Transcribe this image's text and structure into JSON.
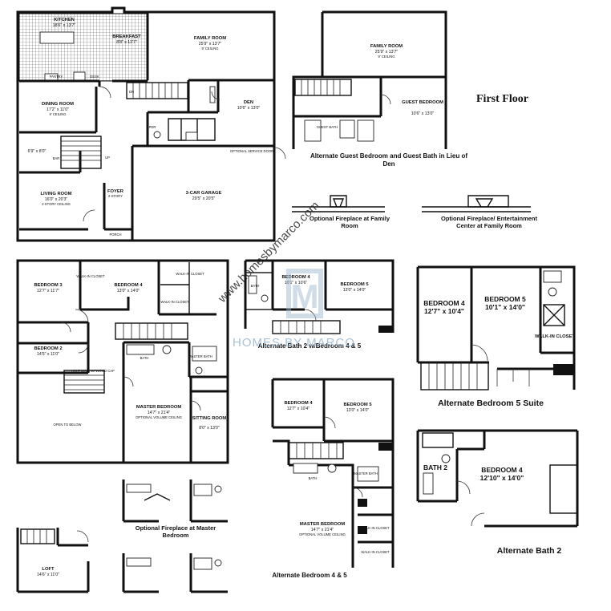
{
  "floor_title": "First Floor",
  "watermark": {
    "url": "www.homesbymarco.com",
    "brand": "HOMES BY MARCO",
    "logo_letter": "M"
  },
  "first_floor": {
    "kitchen": {
      "name": "KITCHEN",
      "dims": "18'6\" x 13'7\""
    },
    "breakfast": {
      "name": "BREAKFAST",
      "dims": "8'8\" x 13'7\""
    },
    "family_room": {
      "name": "FAMILY ROOM",
      "dims": "25'9\" x 13'7\"",
      "note": "9' CEILING"
    },
    "dining_room": {
      "name": "DINING ROOM",
      "dims": "17'2\" x 11'0\"",
      "note": "9' CEILING"
    },
    "den": {
      "name": "DEN",
      "dims": "10'6\" x 13'0\""
    },
    "nook": {
      "dims": "6'9\" x 8'0\""
    },
    "living_room": {
      "name": "LIVING ROOM",
      "dims": "16'0\" x 20'3\"",
      "note": "2-STORY CEILING"
    },
    "foyer": {
      "name": "FOYER",
      "note": "2-STORY"
    },
    "garage": {
      "name": "3-CAR GARAGE",
      "dims": "29'5\" x 20'5\""
    },
    "porch": "PORCH",
    "pantry": "PANTRY",
    "desk": "DESK",
    "pdr": "PDR",
    "bar": "BAR",
    "optional_door": "OPTIONAL SERVICE DOOR",
    "dn": "DN",
    "up": "UP"
  },
  "alt_guest": {
    "family_room": {
      "name": "FAMILY ROOM",
      "dims": "25'9\" x 13'7\"",
      "note": "9' CEILING"
    },
    "guest_bedroom": {
      "name": "GUEST BEDROOM",
      "dims": "10'6\" x 13'0\""
    },
    "bath": "GUEST BATH",
    "caption": "Alternate Guest Bedroom and Guest Bath in Lieu of Den"
  },
  "fireplace_family": "Optional Fireplace at Family Room",
  "fireplace_ent": "Optional Fireplace/ Entertainment Center at Family Room",
  "second_floor": {
    "bedroom3": {
      "name": "BEDROOM 3",
      "dims": "12'7\" x 11'7\""
    },
    "walkin1": "WALK-IN CLOSET",
    "bedroom4": {
      "name": "BEDROOM 4",
      "dims": "13'0\" x 14'0\""
    },
    "walkin2": "WALK-IN CLOSET",
    "walkin3": "WALK-IN CLOSET",
    "bedroom2": {
      "name": "BEDROOM 2",
      "dims": "14'5\" x 11'0\""
    },
    "bath": "BATH",
    "master_bath": "MASTER BATH",
    "half_wall": "HALF WALL W/ WOOD CAP",
    "open": "OPEN TO BELOW",
    "master": {
      "name": "MASTER BEDROOM",
      "dims": "14'7\" x 21'4\"",
      "note": "OPTIONAL VOLUME CEILING"
    },
    "sitting": {
      "name": "SITTING ROOM",
      "dims": "8'0\" x 13'0\""
    }
  },
  "opt_fireplace_master": "Optional Fireplace at Master Bedroom",
  "loft": {
    "name": "LOFT",
    "dims": "14'6\" x 11'0\""
  },
  "alt_bath2_45": {
    "bedroom4": {
      "name": "BEDROOM 4",
      "dims": "10'1\" x 10'6\""
    },
    "bedroom5": {
      "name": "BEDROOM 5",
      "dims": "13'0\" x 14'0\""
    },
    "bath": "BATH",
    "caption": "Alternate Bath 2 w/Bedroom 4 & 5"
  },
  "alt_45": {
    "bedroom4": {
      "name": "BEDROOM 4",
      "dims": "12'7\" x 10'4\""
    },
    "bedroom5": {
      "name": "BEDROOM 5",
      "dims": "13'0\" x 14'0\""
    },
    "bath": "BATH",
    "master_bath": "MASTER BATH",
    "master": {
      "name": "MASTER BEDROOM",
      "dims": "14'7\" x 21'4\"",
      "note": "OPTIONAL VOLUME CEILING"
    },
    "walkin_a": "WALK-IN CLOSET",
    "walkin_b": "WALK-IN CLOSET",
    "caption": "Alternate Bedroom 4 & 5"
  },
  "alt_b5_suite": {
    "bedroom4": {
      "name": "BEDROOM 4",
      "dims": "12'7\" x 10'4\""
    },
    "bedroom5": {
      "name": "BEDROOM 5",
      "dims": "10'1\" x 14'0\""
    },
    "walkin": "WALK-IN CLOSET",
    "caption": "Alternate Bedroom 5 Suite"
  },
  "alt_bath2": {
    "bath2": "BATH 2",
    "bedroom4": {
      "name": "BEDROOM 4",
      "dims": "12'10\" x 14'0\""
    },
    "caption": "Alternate Bath 2"
  }
}
